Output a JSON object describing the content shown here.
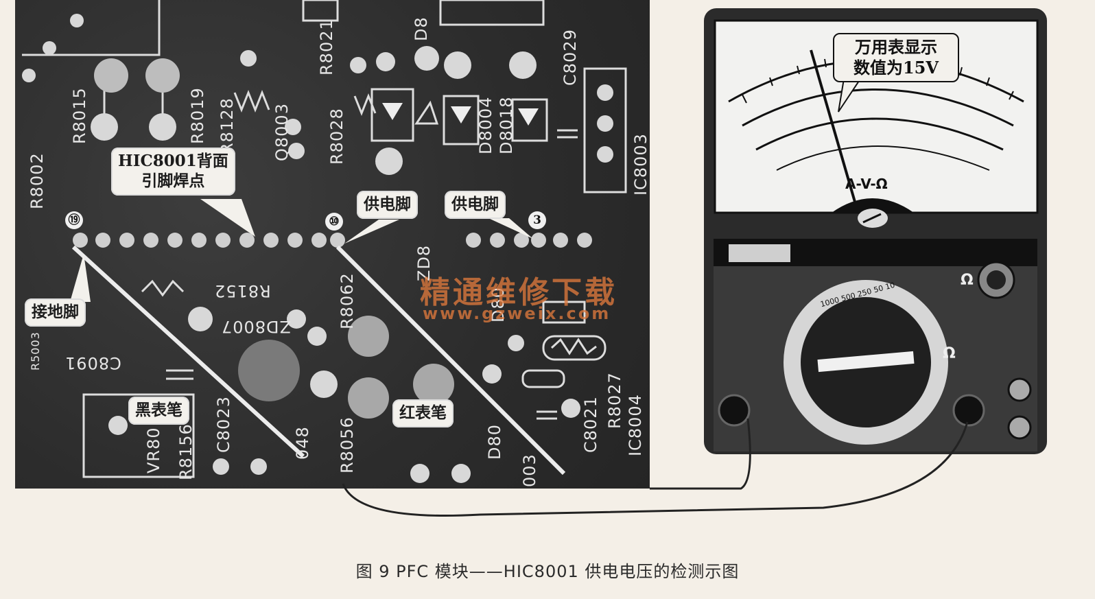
{
  "figure": {
    "caption": "图 9 PFC 模块——HIC8001 供电电压的检测示图"
  },
  "callouts": {
    "back_pins": "HIC8001背面\n引脚焊点",
    "supply_pin_left": "供电脚",
    "supply_pin_right": "供电脚",
    "ground_pin": "接地脚",
    "black_probe": "黑表笔",
    "red_probe": "红表笔",
    "meter_reading": "万用表显示\n数值为15V"
  },
  "pin_numbers": {
    "pin19": "⑲",
    "pin10": "⑩",
    "pin3": "3"
  },
  "silkscreen": {
    "r8015": "R8015",
    "r8019": "R8019",
    "r8128": "R8128",
    "q8003": "Q8003",
    "r8021": "R8021",
    "r8028": "R8028",
    "d8004": "D8004",
    "d8018": "D8018",
    "c8029": "C8029",
    "ic8003": "IC8003",
    "r8002": "R8002",
    "r8152": "R8152",
    "zd8007": "ZD8007",
    "c8091": "C8091",
    "c8023": "C8023",
    "r8062": "R8062",
    "zd8": "ZD8",
    "r8056": "R8056",
    "c8021": "C8021",
    "r8027": "R8027",
    "ic8004": "IC8004",
    "r8156": "R8156",
    "vr80": "VR80",
    "d80": "D80",
    "d80b": "D80",
    "n003": "003",
    "n048": "048",
    "r5003": "R5003",
    "d8_top": "D8"
  },
  "meter": {
    "scale_label": "A-V-Ω",
    "ohm_symbol": "Ω",
    "ohm_symbol2": "Ω",
    "dial_marks": [
      "1000",
      "500",
      "250",
      "50",
      "10"
    ]
  },
  "watermark": {
    "name": "精通维修下载",
    "url": "www.gzweix.com"
  },
  "colors": {
    "board": "#2e2e2e",
    "silkscreen": "#e6e6e6",
    "callout_bg": "#f3f1ec",
    "watermark": "#de783c",
    "meter_body": "#2b2b2b",
    "meter_face": "#f2f2f0"
  }
}
